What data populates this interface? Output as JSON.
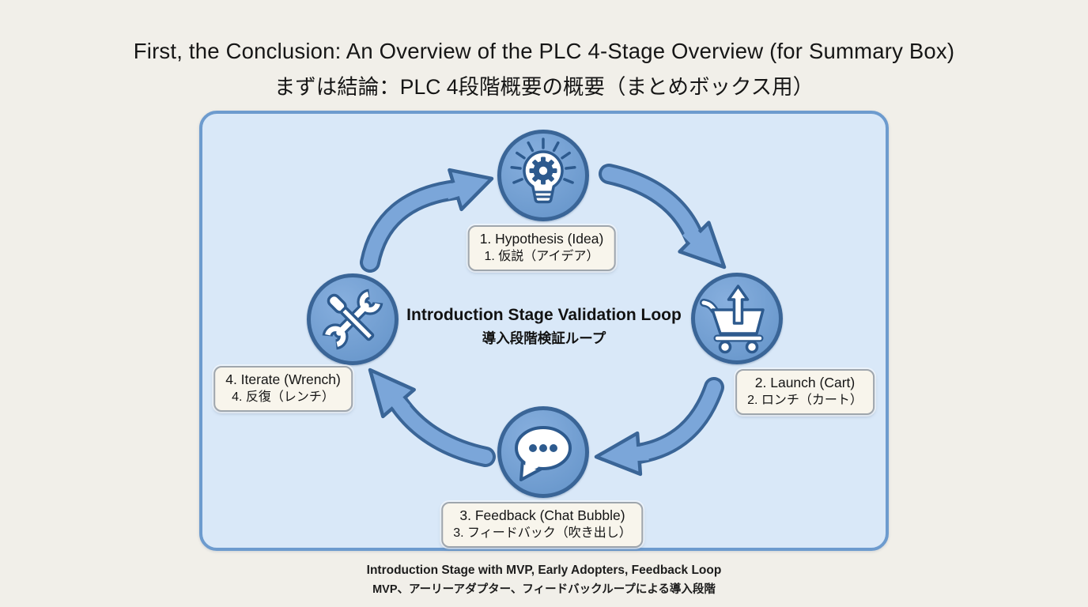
{
  "title": {
    "en": "First, the Conclusion: An Overview of the PLC 4-Stage Overview (for Summary Box)",
    "ja": "まずは結論：PLC 4段階概要の概要（まとめボックス用）"
  },
  "diagram": {
    "center_label": {
      "en": "Introduction Stage Validation Loop",
      "ja": "導入段階検証ループ"
    },
    "stages": [
      {
        "id": "hypothesis",
        "icon": "lightbulb-gear-icon",
        "label_en": "1. Hypothesis (Idea)",
        "label_ja": "1. 仮説（アイデア）"
      },
      {
        "id": "launch",
        "icon": "cart-upload-icon",
        "label_en": "2. Launch (Cart)",
        "label_ja": "2. ロンチ（カート）"
      },
      {
        "id": "feedback",
        "icon": "chat-bubble-icon",
        "label_en": "3. Feedback (Chat Bubble)",
        "label_ja": "3. フィードバック（吹き出し）"
      },
      {
        "id": "iterate",
        "icon": "wrench-screwdriver-icon",
        "label_en": "4. Iterate (Wrench)",
        "label_ja": "4. 反復（レンチ）"
      }
    ]
  },
  "caption": {
    "en": "Introduction Stage with MVP, Early Adopters, Feedback Loop",
    "ja": "MVP、アーリーアダプター、フィードバックループによる導入段階"
  },
  "colors": {
    "page_background": "#f1efe9",
    "panel_fill": "#d9e8f8",
    "panel_border": "#6d9bce",
    "node_fill": "#6b99cd",
    "node_border": "#3a6597",
    "arrow_fill": "#7ba6d9",
    "arrow_outline": "#3a6597",
    "icon_stroke": "#2d5a8e",
    "label_fill": "#f8f5ec",
    "label_border": "#9fa6ad",
    "text": "#151515"
  }
}
